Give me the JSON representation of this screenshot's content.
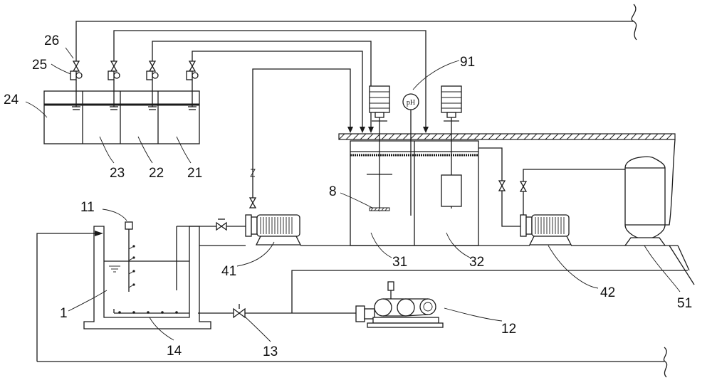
{
  "labels": {
    "l1": "1",
    "l8": "8",
    "l11": "11",
    "l12": "12",
    "l13": "13",
    "l14": "14",
    "l21": "21",
    "l22": "22",
    "l23": "23",
    "l24": "24",
    "l25": "25",
    "l26": "26",
    "l31": "31",
    "l32": "32",
    "l41": "41",
    "l42": "42",
    "l51": "51",
    "l91": "91",
    "ph": "pH"
  }
}
